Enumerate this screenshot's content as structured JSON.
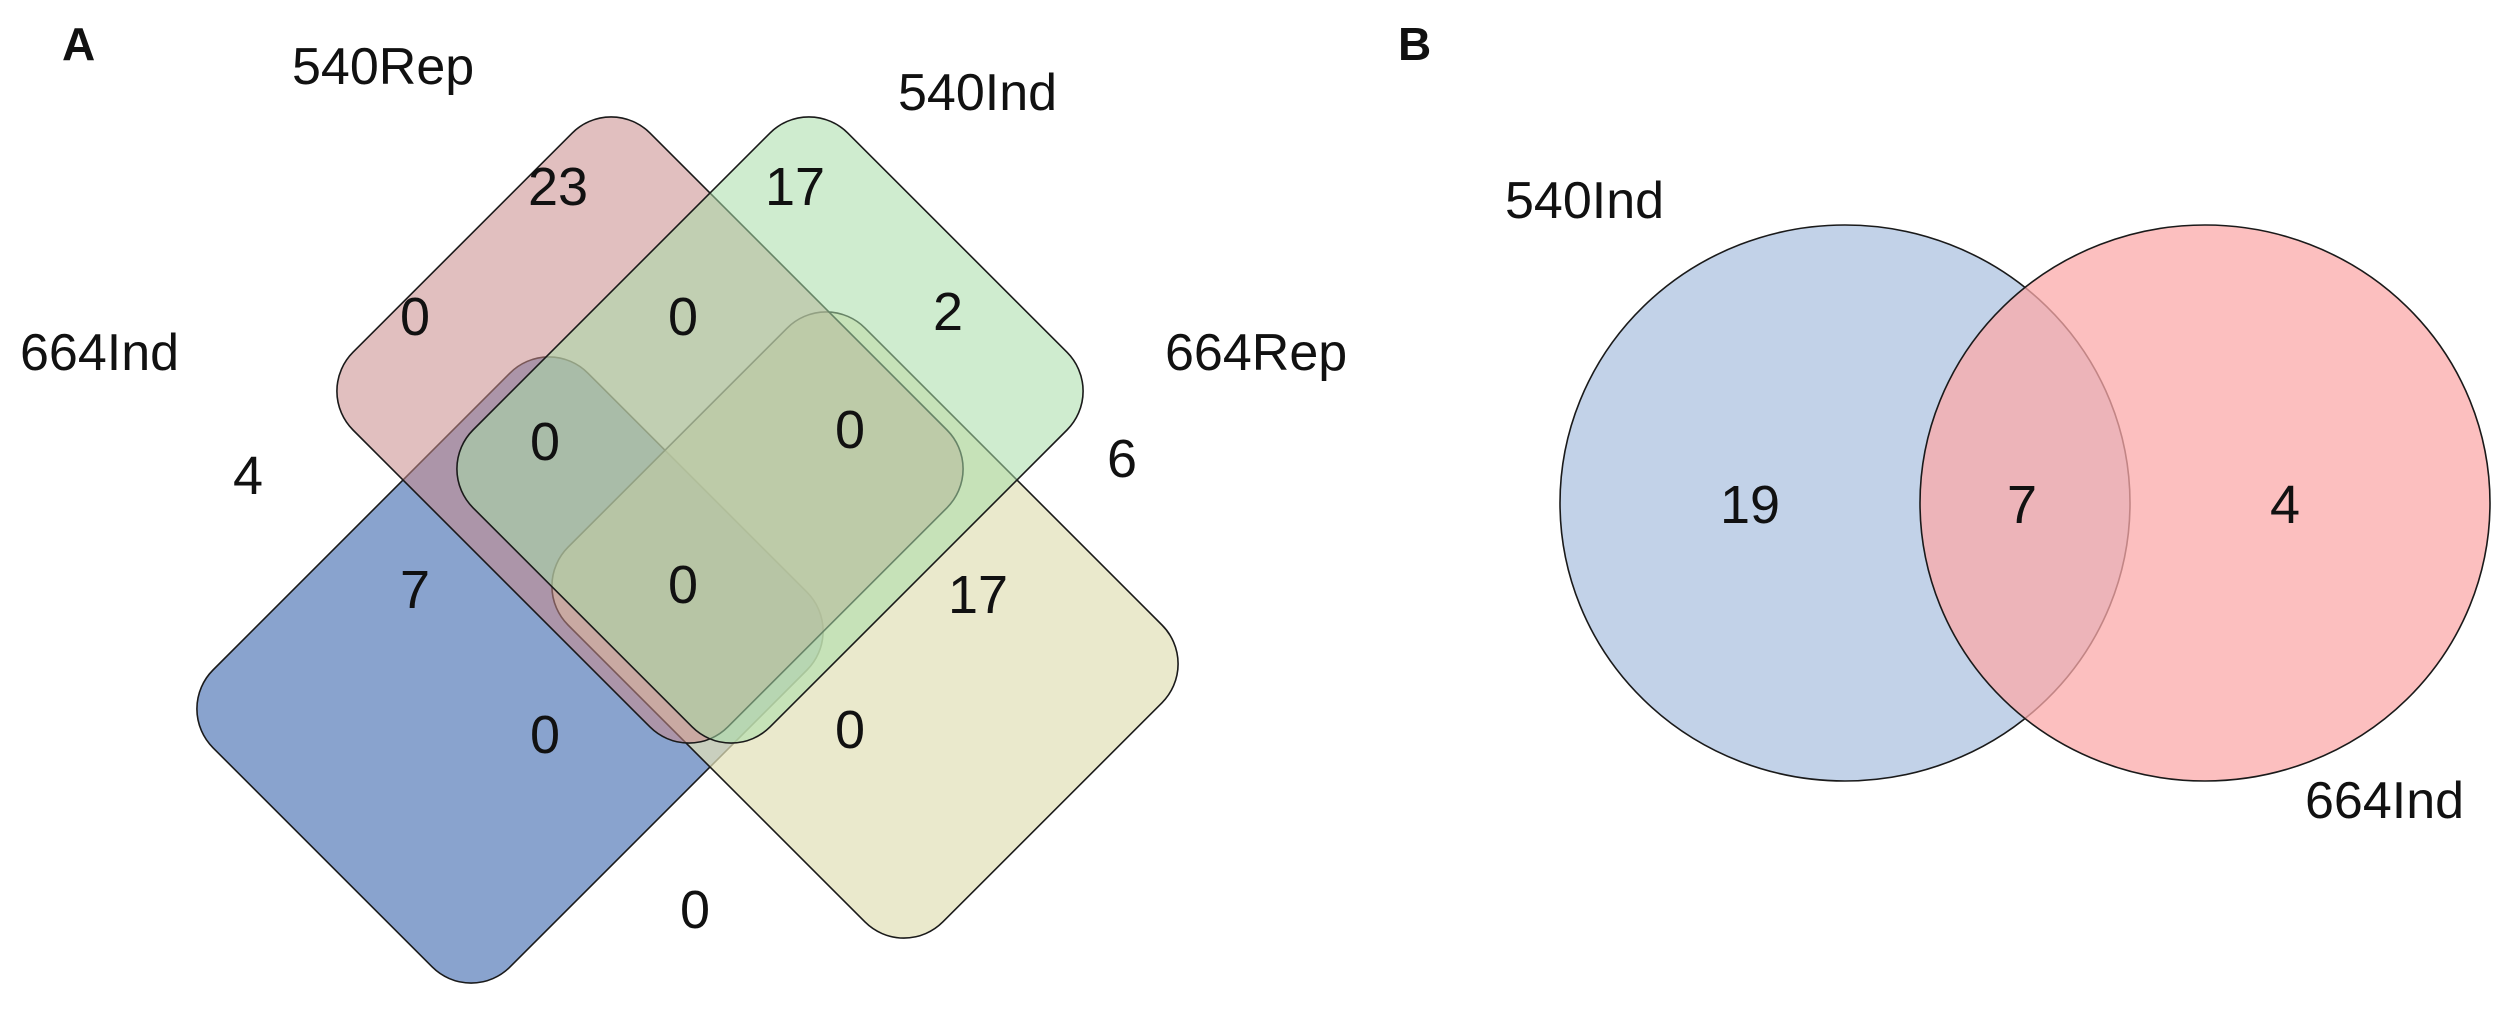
{
  "panel_a": {
    "letter": "A",
    "sets": [
      {
        "name": "540Rep",
        "color": "#c98a8a"
      },
      {
        "name": "540Ind",
        "color": "#a8dca8"
      },
      {
        "name": "664Ind",
        "color": "#5b7fbb"
      },
      {
        "name": "664Rep",
        "color": "#e2e0b8"
      }
    ],
    "counts": {
      "only_664Ind": "4",
      "only_540Rep": "23",
      "only_540Ind": "17",
      "only_664Rep": "6",
      "c_0_top_left": "0",
      "c_0_upper": "0",
      "c_2": "2",
      "c_0_mid_left": "0",
      "c_0_mid_right": "0",
      "c_7": "7",
      "c_0_center": "0",
      "c_17_lower": "17",
      "c_0_lower_left": "0",
      "c_0_lower_right": "0",
      "c_0_bottom": "0"
    }
  },
  "panel_b": {
    "letter": "B",
    "sets": [
      {
        "name": "540Ind",
        "color": "#b7cae4"
      },
      {
        "name": "664Ind",
        "color": "#fbaaaa"
      }
    ],
    "counts": {
      "only_540Ind": "19",
      "overlap": "7",
      "only_664Ind": "4"
    }
  }
}
